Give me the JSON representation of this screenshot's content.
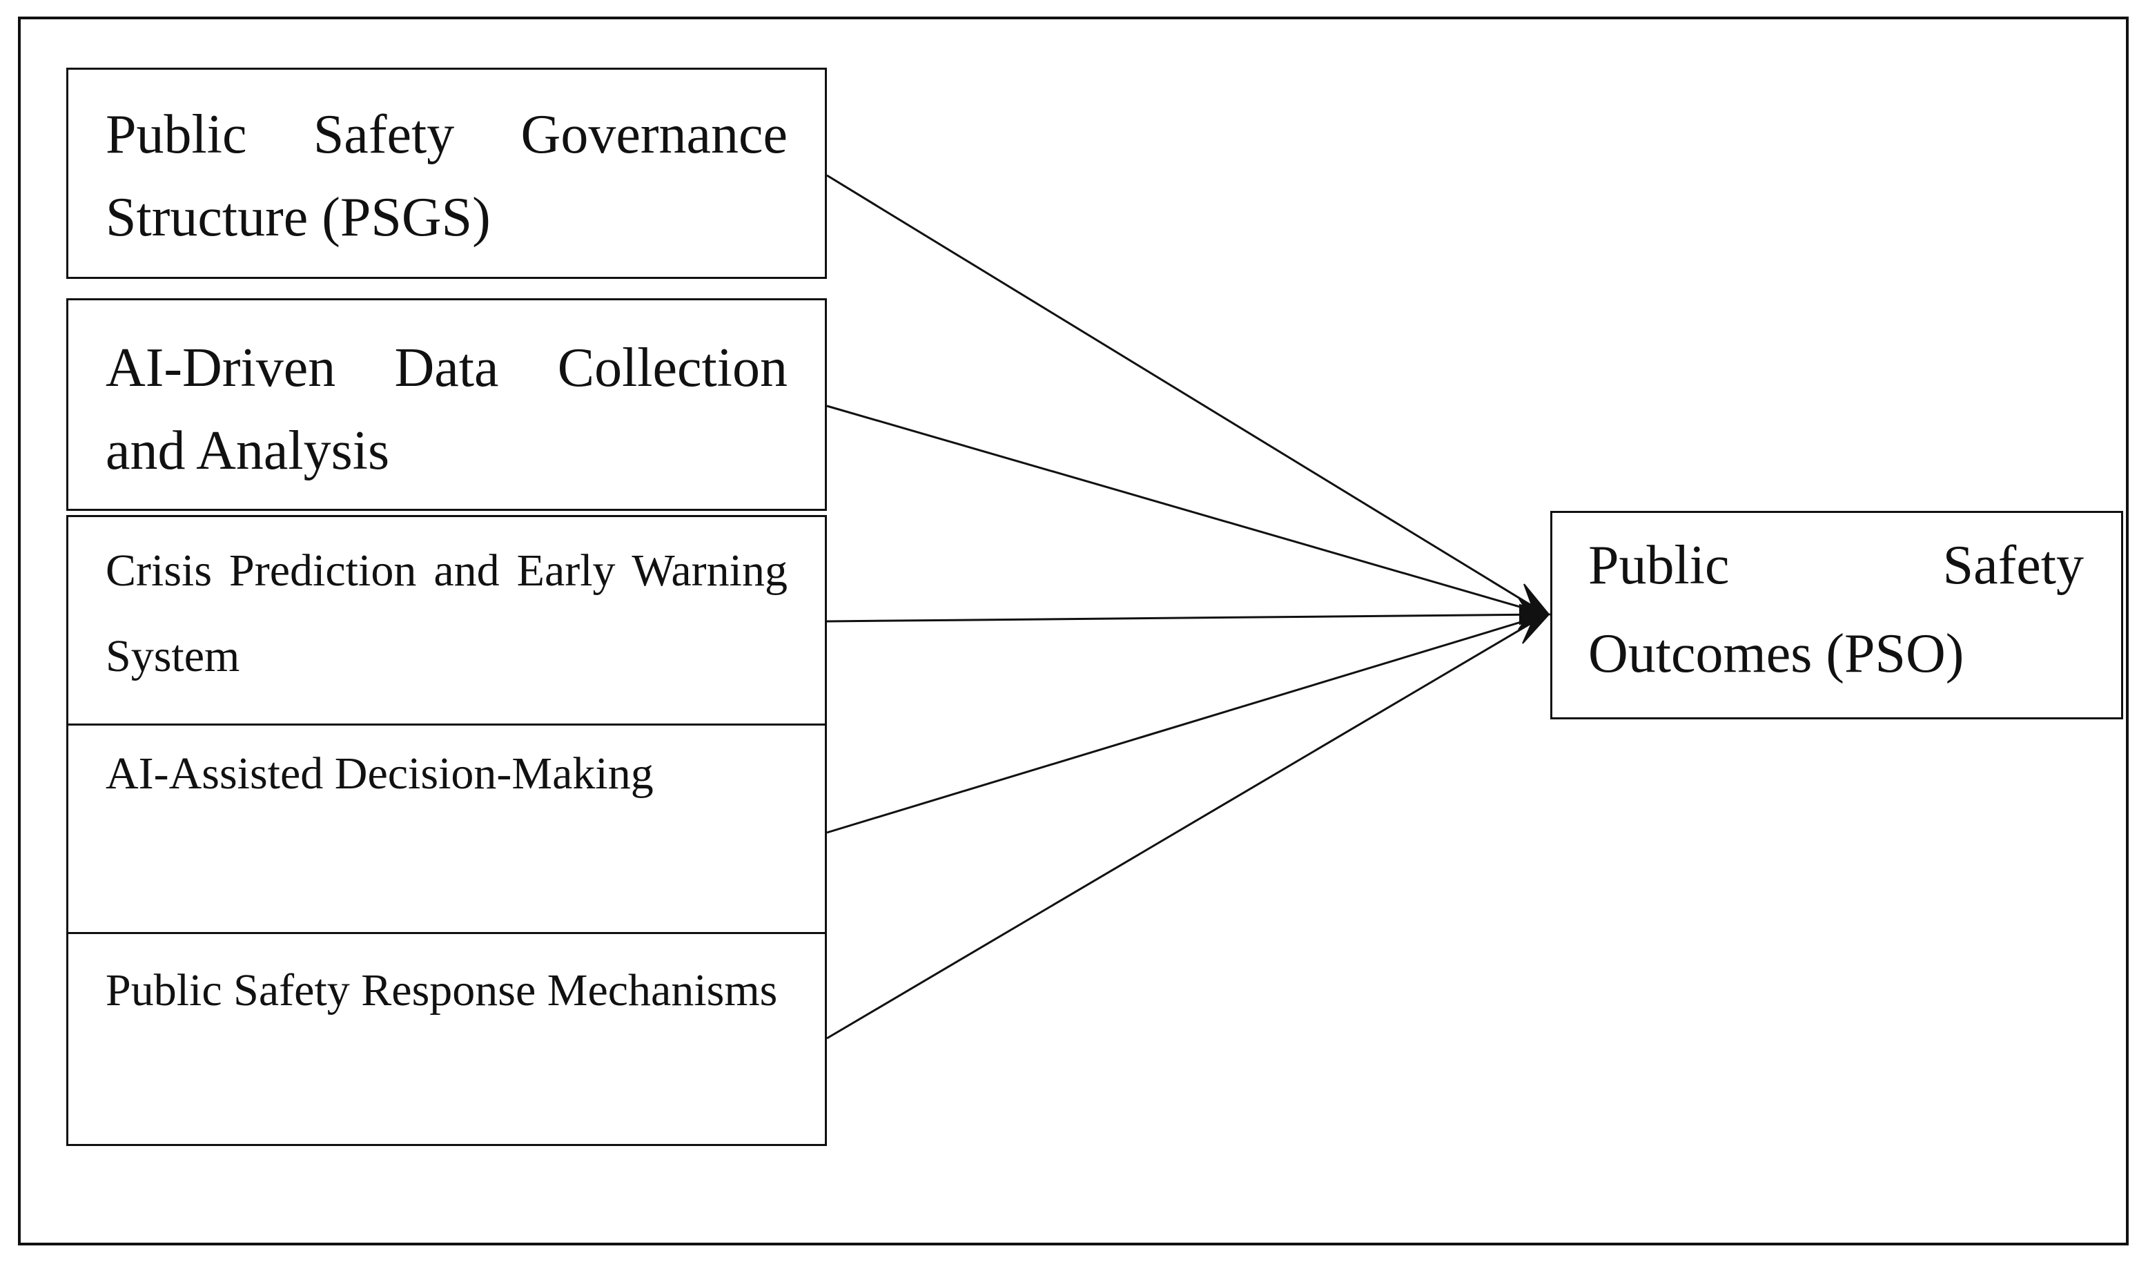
{
  "diagram": {
    "inputs": [
      {
        "label": "Public Safety Governance Structure (PSGS)"
      },
      {
        "label": "AI-Driven Data Collection and Analysis"
      },
      {
        "label": "Crisis Prediction and Early Warning System"
      },
      {
        "label": "AI-Assisted Decision-Making"
      },
      {
        "label": "Public Safety Response Mechanisms"
      }
    ],
    "output": {
      "label": "Public Safety Outcomes (PSO)"
    },
    "edges": [
      {
        "from": "Public Safety Governance Structure (PSGS)",
        "to": "Public Safety Outcomes (PSO)"
      },
      {
        "from": "AI-Driven Data Collection and Analysis",
        "to": "Public Safety Outcomes (PSO)"
      },
      {
        "from": "Crisis Prediction and Early Warning System",
        "to": "Public Safety Outcomes (PSO)"
      },
      {
        "from": "AI-Assisted Decision-Making",
        "to": "Public Safety Outcomes (PSO)"
      },
      {
        "from": "Public Safety Response Mechanisms",
        "to": "Public Safety Outcomes (PSO)"
      }
    ],
    "colors": {
      "stroke": "#111111",
      "background": "#ffffff"
    }
  }
}
